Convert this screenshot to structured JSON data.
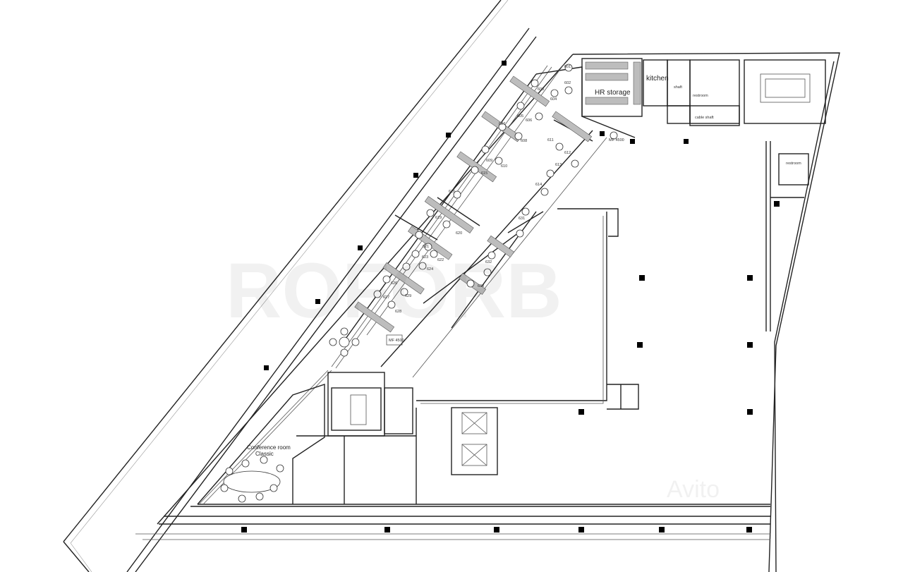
{
  "labels": {
    "hr_storage": "HR storage",
    "kitchen": "kitchen",
    "shaft": "shaft",
    "restroom_top": "restroom",
    "cable_shaft": "cable shaft",
    "restroom_right": "restroom",
    "conference_line1": "Conference room",
    "conference_line2": "Classic",
    "mfp_top": "MF 4500",
    "mfp_bottom": "MF 4500"
  },
  "watermarks": {
    "brand": "ROFORB",
    "site": "Avito"
  },
  "desks": [
    "601",
    "602",
    "603",
    "604",
    "605",
    "606",
    "607",
    "608",
    "609",
    "610",
    "611",
    "612",
    "613",
    "614",
    "615",
    "616",
    "619",
    "620",
    "621",
    "622",
    "623",
    "624",
    "626",
    "627",
    "628",
    "629",
    "631",
    "632",
    "633"
  ]
}
